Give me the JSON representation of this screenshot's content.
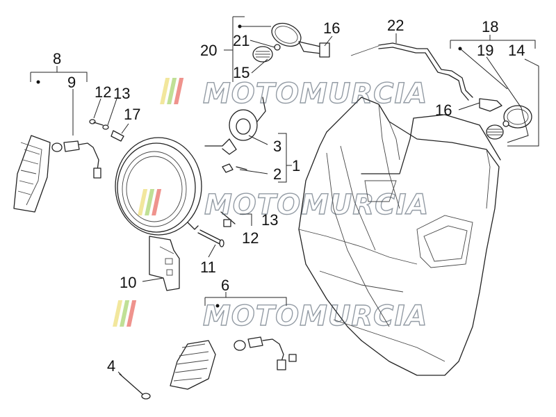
{
  "watermark": {
    "text": "MOTOMURCIA",
    "stripe_colors": [
      "#e8d44d",
      "#8cc63f",
      "#e23a2f"
    ],
    "text_color": "#3b4a5a"
  },
  "callouts": {
    "c1": "1",
    "c2": "2",
    "c3": "3",
    "c4": "4",
    "c6": "6",
    "c8": "8",
    "c9": "9",
    "c10": "10",
    "c11": "11",
    "c12a": "12",
    "c12b": "12",
    "c13a": "13",
    "c13b": "13",
    "c14": "14",
    "c15": "15",
    "c16a": "16",
    "c16b": "16",
    "c17": "17",
    "c18": "18",
    "c19": "19",
    "c20": "20",
    "c21": "21",
    "c22": "22"
  }
}
